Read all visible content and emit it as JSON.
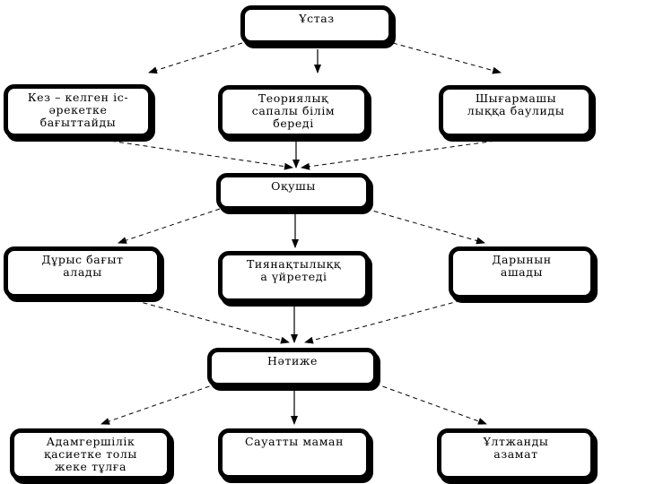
{
  "diagram": {
    "nodes": {
      "ustaz": "Ұстаз",
      "kez_kelgen": "Кез – келген іс-\nәрекетке\nбағыттайды",
      "teoriyalyq": "Теориялық\nсапалы білім\nбереді",
      "shygarmashy": "Шығармашы\nлыққа баулиды",
      "okushy": "Оқушы",
      "duris": "Дұрыс бағыт\nалады",
      "tiyanaqty": "Тиянақтылыққ\nа үйретеді",
      "daryn": "Дарынын\nашады",
      "natiye": "Нәтиже",
      "adamgershilik": "Адамгершілік\nқасиетке толы\nжеке тұлға",
      "sauatty": "Сауатты маман",
      "ultjandy": "Ұлтжанды\nазамат"
    },
    "colors": {
      "stroke": "#000000",
      "fill": "#ffffff"
    }
  }
}
